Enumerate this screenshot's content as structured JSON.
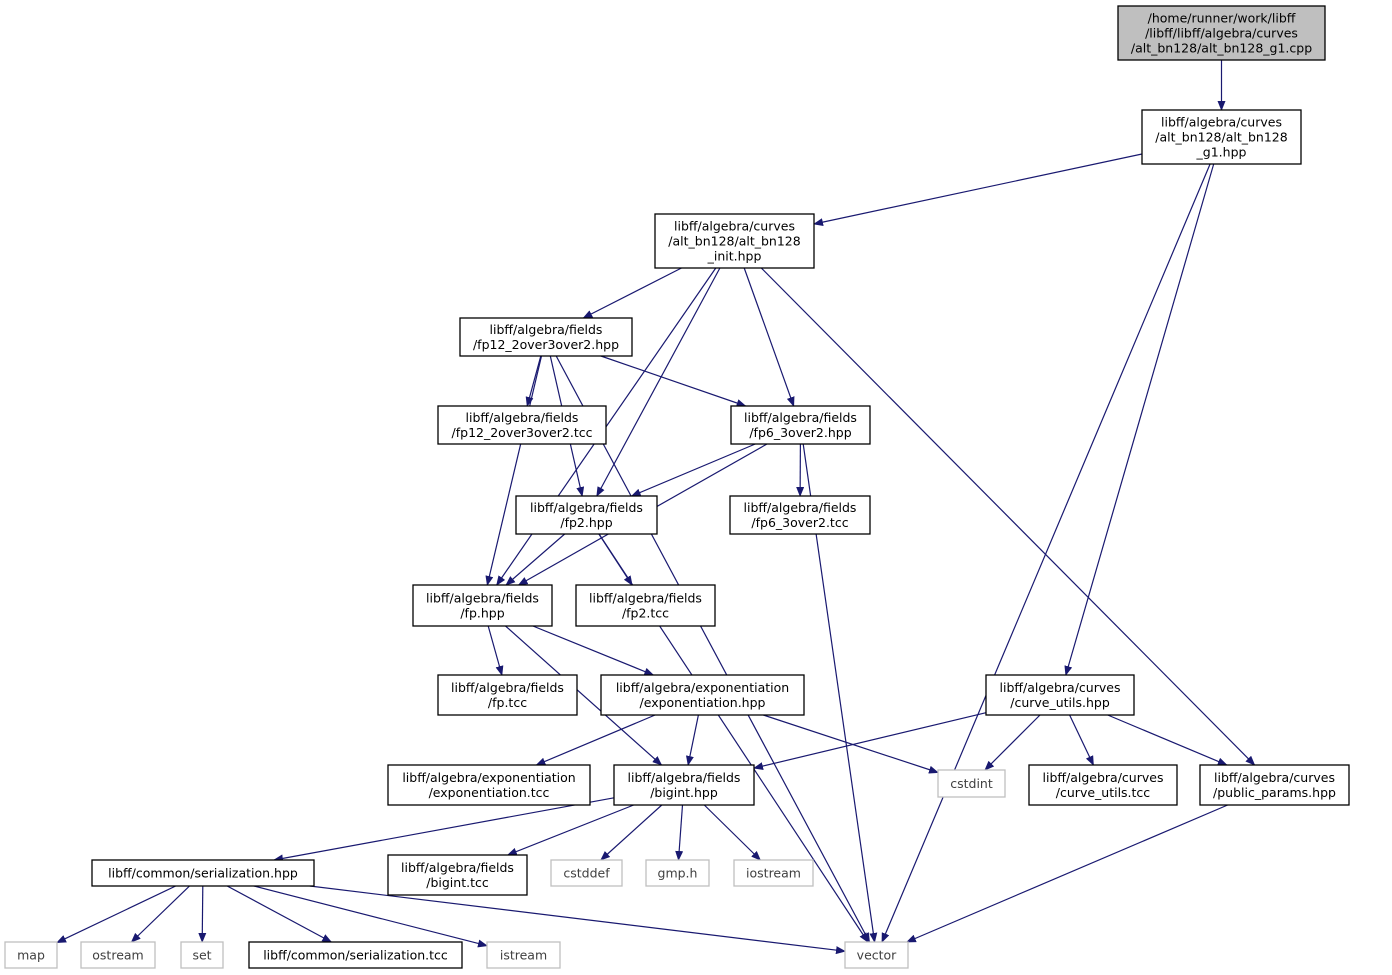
{
  "graph": {
    "edge_color": "#191970",
    "root_fill": "#bfbfbf",
    "system_border": "#bfbfbf",
    "nodes": [
      {
        "id": "root",
        "lines": [
          "/home/runner/work/libff",
          "/libff/libff/algebra/curves",
          "/alt_bn128/alt_bn128_g1.cpp"
        ],
        "kind": "root"
      },
      {
        "id": "g1hpp",
        "lines": [
          "libff/algebra/curves",
          "/alt_bn128/alt_bn128",
          "_g1.hpp"
        ],
        "kind": "local"
      },
      {
        "id": "inithpp",
        "lines": [
          "libff/algebra/curves",
          "/alt_bn128/alt_bn128",
          "_init.hpp"
        ],
        "kind": "local"
      },
      {
        "id": "fp12hpp",
        "lines": [
          "libff/algebra/fields",
          "/fp12_2over3over2.hpp"
        ],
        "kind": "local"
      },
      {
        "id": "fp12tcc",
        "lines": [
          "libff/algebra/fields",
          "/fp12_2over3over2.tcc"
        ],
        "kind": "local"
      },
      {
        "id": "fp6hpp",
        "lines": [
          "libff/algebra/fields",
          "/fp6_3over2.hpp"
        ],
        "kind": "local"
      },
      {
        "id": "fp2hpp",
        "lines": [
          "libff/algebra/fields",
          "/fp2.hpp"
        ],
        "kind": "local"
      },
      {
        "id": "fp6tcc",
        "lines": [
          "libff/algebra/fields",
          "/fp6_3over2.tcc"
        ],
        "kind": "local"
      },
      {
        "id": "fphpp",
        "lines": [
          "libff/algebra/fields",
          "/fp.hpp"
        ],
        "kind": "local"
      },
      {
        "id": "fp2tcc",
        "lines": [
          "libff/algebra/fields",
          "/fp2.tcc"
        ],
        "kind": "local"
      },
      {
        "id": "fptcc",
        "lines": [
          "libff/algebra/fields",
          "/fp.tcc"
        ],
        "kind": "local"
      },
      {
        "id": "exphpp",
        "lines": [
          "libff/algebra/exponentiation",
          "/exponentiation.hpp"
        ],
        "kind": "local"
      },
      {
        "id": "curvehpp",
        "lines": [
          "libff/algebra/curves",
          "/curve_utils.hpp"
        ],
        "kind": "local"
      },
      {
        "id": "exptcc",
        "lines": [
          "libff/algebra/exponentiation",
          "/exponentiation.tcc"
        ],
        "kind": "local"
      },
      {
        "id": "biginthpp",
        "lines": [
          "libff/algebra/fields",
          "/bigint.hpp"
        ],
        "kind": "local"
      },
      {
        "id": "cstdint",
        "lines": [
          "cstdint"
        ],
        "kind": "system"
      },
      {
        "id": "curvetcc",
        "lines": [
          "libff/algebra/curves",
          "/curve_utils.tcc"
        ],
        "kind": "local"
      },
      {
        "id": "pubparams",
        "lines": [
          "libff/algebra/curves",
          "/public_params.hpp"
        ],
        "kind": "local"
      },
      {
        "id": "serhpp",
        "lines": [
          "libff/common/serialization.hpp"
        ],
        "kind": "local"
      },
      {
        "id": "biginttcc",
        "lines": [
          "libff/algebra/fields",
          "/bigint.tcc"
        ],
        "kind": "local"
      },
      {
        "id": "cstddef",
        "lines": [
          "cstddef"
        ],
        "kind": "system"
      },
      {
        "id": "gmph",
        "lines": [
          "gmp.h"
        ],
        "kind": "system"
      },
      {
        "id": "iostream",
        "lines": [
          "iostream"
        ],
        "kind": "system"
      },
      {
        "id": "map",
        "lines": [
          "map"
        ],
        "kind": "system"
      },
      {
        "id": "ostream",
        "lines": [
          "ostream"
        ],
        "kind": "system"
      },
      {
        "id": "set",
        "lines": [
          "set"
        ],
        "kind": "system"
      },
      {
        "id": "sertcc",
        "lines": [
          "libff/common/serialization.tcc"
        ],
        "kind": "local"
      },
      {
        "id": "istream",
        "lines": [
          "istream"
        ],
        "kind": "system"
      },
      {
        "id": "vector",
        "lines": [
          "vector"
        ],
        "kind": "system"
      }
    ],
    "edges": [
      [
        "root",
        "g1hpp"
      ],
      [
        "g1hpp",
        "inithpp"
      ],
      [
        "g1hpp",
        "curvehpp"
      ],
      [
        "g1hpp",
        "vector"
      ],
      [
        "inithpp",
        "fp12hpp"
      ],
      [
        "inithpp",
        "fphpp"
      ],
      [
        "inithpp",
        "fp2hpp"
      ],
      [
        "inithpp",
        "fp6hpp"
      ],
      [
        "inithpp",
        "pubparams"
      ],
      [
        "fp12hpp",
        "fp12tcc"
      ],
      [
        "fp12hpp",
        "fp6hpp"
      ],
      [
        "fp12hpp",
        "fp2hpp"
      ],
      [
        "fp12hpp",
        "fphpp"
      ],
      [
        "fp12hpp",
        "vector"
      ],
      [
        "fp6hpp",
        "fp2hpp"
      ],
      [
        "fp6hpp",
        "fphpp"
      ],
      [
        "fp6hpp",
        "fp6tcc"
      ],
      [
        "fp6hpp",
        "vector"
      ],
      [
        "fp2hpp",
        "fphpp"
      ],
      [
        "fp2hpp",
        "fp2tcc"
      ],
      [
        "fp2hpp",
        "vector"
      ],
      [
        "fphpp",
        "fptcc"
      ],
      [
        "fphpp",
        "exphpp"
      ],
      [
        "fphpp",
        "biginthpp"
      ],
      [
        "exphpp",
        "exptcc"
      ],
      [
        "exphpp",
        "biginthpp"
      ],
      [
        "exphpp",
        "cstdint"
      ],
      [
        "curvehpp",
        "biginthpp"
      ],
      [
        "curvehpp",
        "cstdint"
      ],
      [
        "curvehpp",
        "curvetcc"
      ],
      [
        "curvehpp",
        "pubparams"
      ],
      [
        "pubparams",
        "vector"
      ],
      [
        "biginthpp",
        "serhpp"
      ],
      [
        "biginthpp",
        "biginttcc"
      ],
      [
        "biginthpp",
        "cstddef"
      ],
      [
        "biginthpp",
        "gmph"
      ],
      [
        "biginthpp",
        "iostream"
      ],
      [
        "serhpp",
        "map"
      ],
      [
        "serhpp",
        "ostream"
      ],
      [
        "serhpp",
        "set"
      ],
      [
        "serhpp",
        "sertcc"
      ],
      [
        "serhpp",
        "istream"
      ],
      [
        "serhpp",
        "vector"
      ]
    ]
  }
}
